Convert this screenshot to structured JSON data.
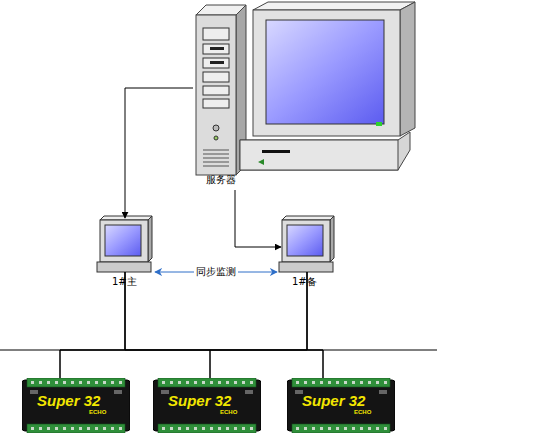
{
  "diagram": {
    "nodes": [
      {
        "text": [
          "服务器"
        ]
      },
      {
        "text": [
          "1#主"
        ]
      },
      {
        "text": [
          "1#备"
        ]
      },
      {
        "text": [
          "Super 32",
          "ECHO"
        ]
      },
      {
        "text": [
          "Super 32",
          "ECHO"
        ]
      },
      {
        "text": [
          "Super 32",
          "ECHO"
        ]
      }
    ],
    "edges": [
      {
        "from": 0,
        "to": 1,
        "arrow": "to"
      },
      {
        "from": 0,
        "to": 2,
        "arrow": "to"
      },
      {
        "from": 1,
        "to": 2,
        "label": "同步监测",
        "arrow": "both"
      },
      {
        "from": 1,
        "to": 3,
        "arrow": "none"
      },
      {
        "from": 1,
        "to": 4,
        "arrow": "none"
      },
      {
        "from": 1,
        "to": 5,
        "arrow": "none"
      },
      {
        "from": 2,
        "to": 3,
        "arrow": "none"
      },
      {
        "from": 2,
        "to": 4,
        "arrow": "none"
      },
      {
        "from": 2,
        "to": 5,
        "arrow": "none"
      }
    ]
  }
}
